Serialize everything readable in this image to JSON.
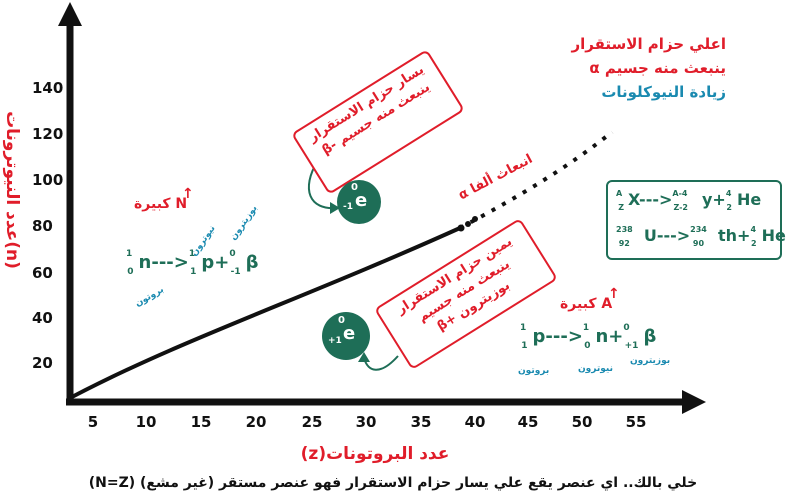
{
  "y_axis": {
    "label": "عدد النيوترونات(n)",
    "ticks": [
      "20",
      "40",
      "60",
      "80",
      "100",
      "120",
      "140"
    ]
  },
  "x_axis": {
    "label": "عدد البروتونات(z)",
    "ticks": [
      "5",
      "10",
      "15",
      "20",
      "25",
      "30",
      "35",
      "40",
      "45",
      "50",
      "55"
    ]
  },
  "info_box": {
    "line1": "اعلي حزام الاستقرار",
    "line2": "ينبعث منه جسيم α",
    "line3": "زيادة النيوكلونات"
  },
  "callout_left_of_band": {
    "line1": "يسار حزام الاستقرار",
    "line2": "ينبعث منه جسيم -β"
  },
  "callout_right_of_band": {
    "line1": "يمين حزام الاستقرار",
    "line2": "ينبعث منه جسيم بوزيترون +β"
  },
  "alpha_emission_label": "انبعاث ألفا α",
  "electron_circle": "0 -1 e",
  "positron_circle": "0 +1 e",
  "left_reaction": {
    "header": "N كبيرة",
    "equation": "1 0 n ---> 1 1 p + 0 -1 β",
    "label_neutron": "بروتون",
    "label_proton": "نيوترون",
    "label_beta": "بوزيترون"
  },
  "right_reaction": {
    "header": "A كبيرة",
    "equation": "1 1 p ---> 1 0 n + 0 +1 β",
    "label_proton": "بروتون",
    "label_neutron": "نيوترون",
    "label_beta": "بوزيترون"
  },
  "equations": {
    "eq1": "A Z X ---> A-4 Z-2 y + 4 2 He",
    "eq2": "238 92 U ---> 234 90 th + 4 2 He"
  },
  "footer": "خلي بالك.. اي عنصر يقع علي يسار حزام الاستقرار فهو عنصر مستقر (غير مشع) (N=Z)",
  "colors": {
    "red": "#e01d2a",
    "teal": "#1e6e57",
    "blue": "#1a8ab0"
  }
}
